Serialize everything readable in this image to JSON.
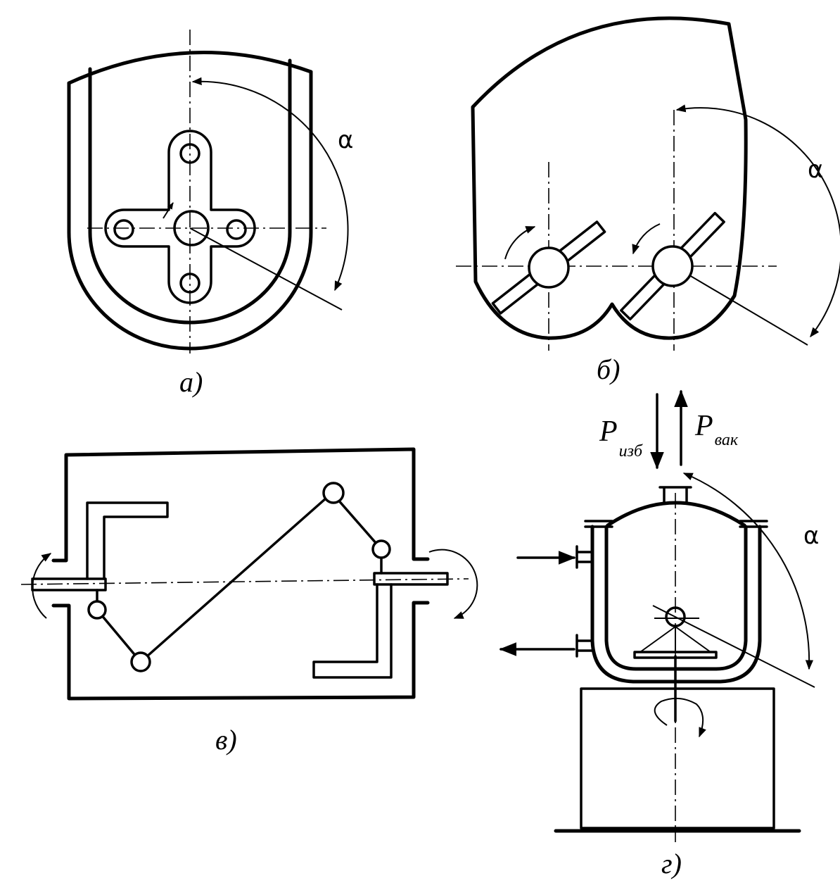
{
  "figures": [
    {
      "id": "a",
      "caption": "а)",
      "angle_label": "α"
    },
    {
      "id": "b",
      "caption": "б)",
      "angle_label": "α"
    },
    {
      "id": "v",
      "caption": "в)"
    },
    {
      "id": "g",
      "caption": "г)",
      "angle_label": "α",
      "pressure_excess": {
        "symbol": "P",
        "subscript": "изб"
      },
      "pressure_vacuum": {
        "symbol": "P",
        "subscript": "вак"
      }
    }
  ]
}
